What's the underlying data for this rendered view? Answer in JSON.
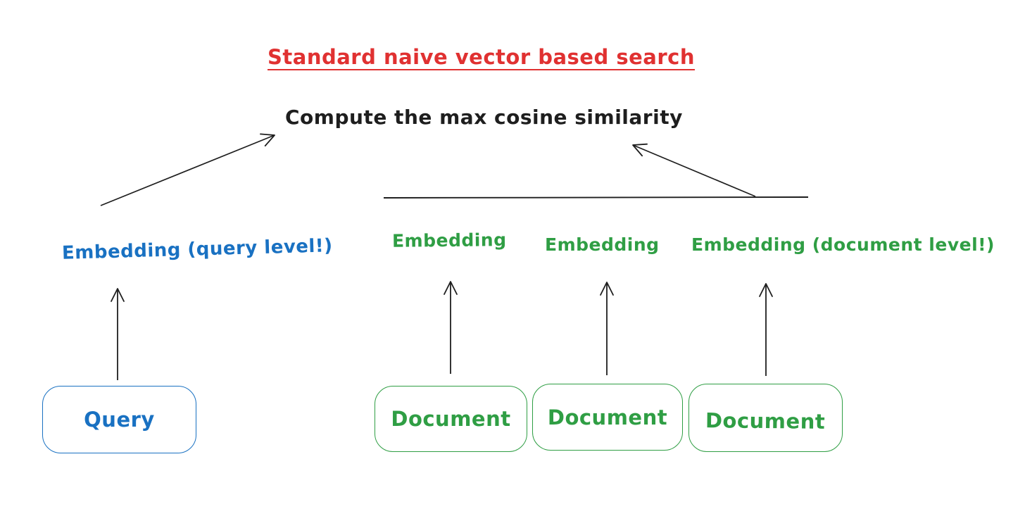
{
  "title": {
    "text": "Standard naive vector based search",
    "color": "#e03131"
  },
  "subtitle": {
    "text": "Compute the max cosine similarity",
    "color": "#1e1e1e"
  },
  "labels": {
    "query_embedding": {
      "text": "Embedding (query level!)",
      "color": "#1971c2"
    },
    "doc_embedding_1": {
      "text": "Embedding",
      "color": "#2f9e44"
    },
    "doc_embedding_2": {
      "text": "Embedding",
      "color": "#2f9e44"
    },
    "doc_embedding_3": {
      "text": "Embedding (document level!)",
      "color": "#2f9e44"
    }
  },
  "boxes": {
    "query": {
      "label": "Query",
      "border_color": "#1971c2"
    },
    "documents": [
      {
        "label": "Document"
      },
      {
        "label": "Document"
      },
      {
        "label": "Document"
      }
    ],
    "document_border_color": "#2f9e44"
  },
  "arrows": {
    "color": "#1e1e1e",
    "descriptions": [
      "query-embedding to compute-max-cosine-similarity",
      "document-embeddings group line to compute-max-cosine-similarity",
      "query to query-embedding",
      "document-1 to embedding-1",
      "document-2 to embedding-2",
      "document-3 to embedding-3"
    ]
  }
}
